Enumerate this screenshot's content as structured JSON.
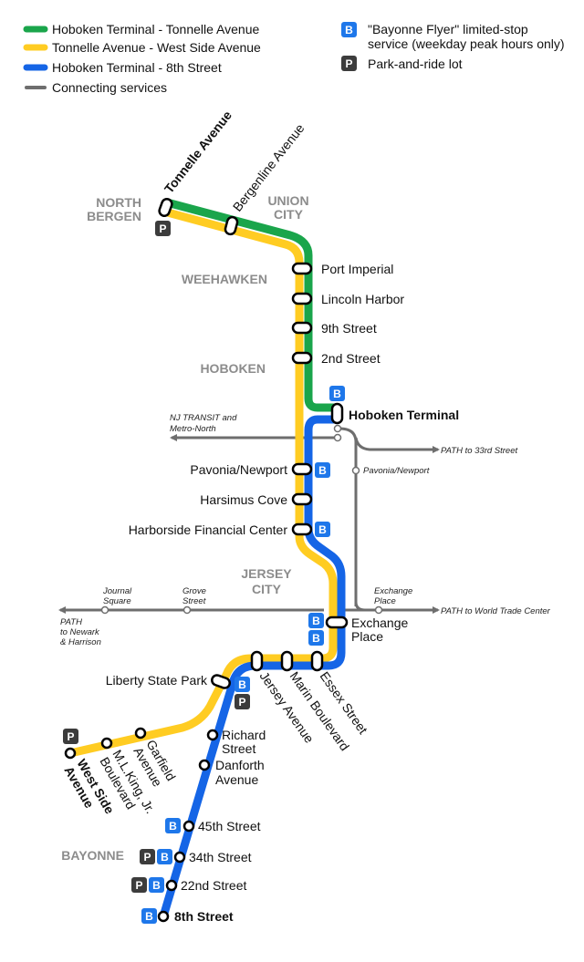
{
  "legend": {
    "routes": [
      {
        "label": "Hoboken Terminal - Tonnelle Avenue",
        "color": "#1aa54b"
      },
      {
        "label": "Tonnelle Avenue - West Side Avenue",
        "color": "#ffcc22"
      },
      {
        "label": "Hoboken Terminal - 8th Street",
        "color": "#1565e6"
      },
      {
        "label": "Connecting services",
        "color": "#6e6e6e"
      }
    ],
    "bayonne_flyer_line1": "\"Bayonne Flyer\" limited-stop",
    "bayonne_flyer_line2": "service (weekday peak hours only)",
    "park_ride": "Park-and-ride lot",
    "badge_b": "B",
    "badge_p": "P"
  },
  "areas": {
    "north_bergen_1": "NORTH",
    "north_bergen_2": "BERGEN",
    "union_city_1": "UNION",
    "union_city_2": "CITY",
    "weehawken": "WEEHAWKEN",
    "hoboken": "HOBOKEN",
    "jersey_city_1": "JERSEY",
    "jersey_city_2": "CITY",
    "bayonne": "BAYONNE"
  },
  "stations": {
    "tonnelle": "Tonnelle Avenue",
    "bergenline": "Bergenline Avenue",
    "port_imperial": "Port Imperial",
    "lincoln_harbor": "Lincoln Harbor",
    "ninth_street": "9th Street",
    "second_street": "2nd Street",
    "hoboken_terminal": "Hoboken Terminal",
    "pavonia_newport": "Pavonia/Newport",
    "harsimus_cove": "Harsimus Cove",
    "harborside": "Harborside Financial Center",
    "exchange_place_1": "Exchange",
    "exchange_place_2": "Place",
    "essex_street": "Essex Street",
    "marin_boulevard": "Marin Boulevard",
    "jersey_avenue": "Jersey Avenue",
    "liberty_state_park": "Liberty State Park",
    "richard_street_1": "Richard",
    "richard_street_2": "Street",
    "danforth_avenue_1": "Danforth",
    "danforth_avenue_2": "Avenue",
    "garfield_avenue_1": "Garfield",
    "garfield_avenue_2": "Avenue",
    "mlk_1": "M.L.King, Jr.",
    "mlk_2": "Boulevard",
    "west_side_1": "West Side",
    "west_side_2": "Avenue",
    "fortyfifth_street": "45th Street",
    "thirtyfourth_street": "34th Street",
    "twentysecond_street": "22nd Street",
    "eighth_street": "8th Street"
  },
  "connections": {
    "nj_transit_1": "NJ TRANSIT and",
    "nj_transit_2": "Metro-North",
    "path_33rd": "PATH to 33rd Street",
    "path_pavonia": "Pavonia/Newport",
    "path_wtc": "PATH to World Trade Center",
    "path_newark_1": "PATH",
    "path_newark_2": "to Newark",
    "path_newark_3": "& Harrison",
    "journal_square_1": "Journal",
    "journal_square_2": "Square",
    "grove_street_1": "Grove",
    "grove_street_2": "Street",
    "exchange_place_path_1": "Exchange",
    "exchange_place_path_2": "Place"
  }
}
